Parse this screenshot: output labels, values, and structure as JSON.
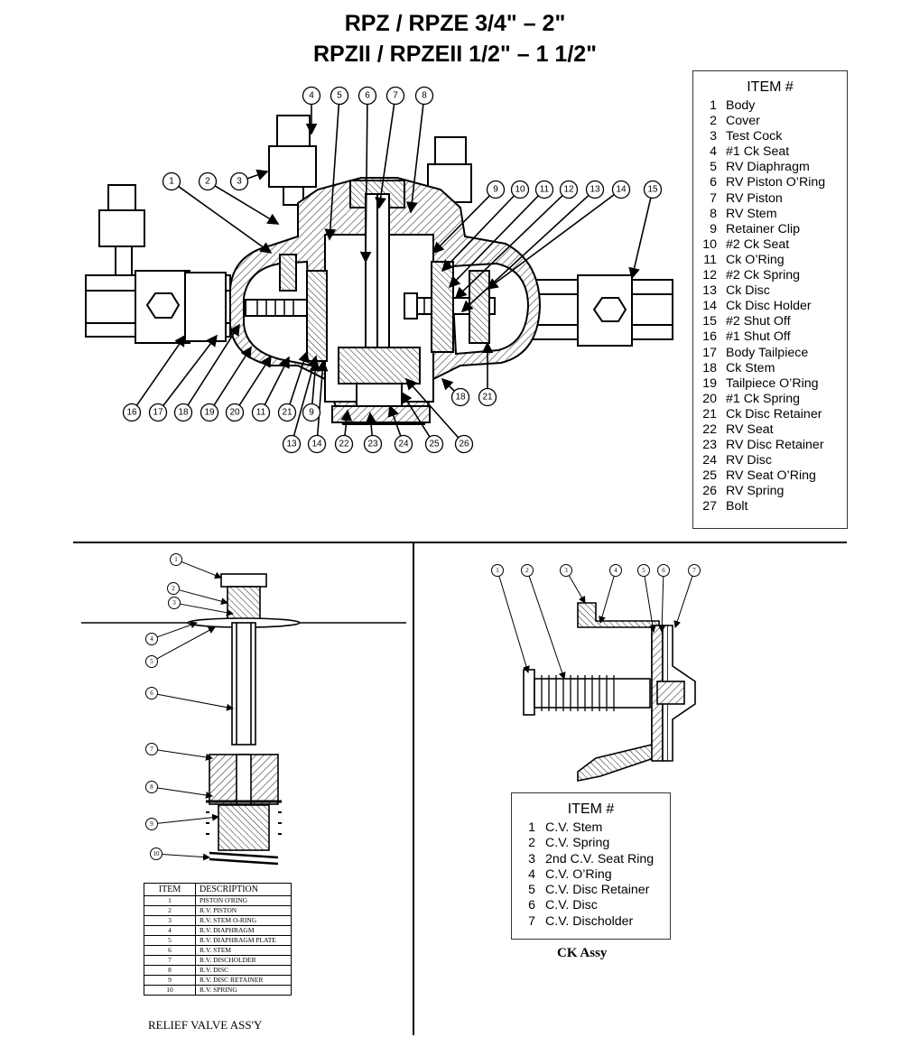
{
  "title": {
    "line1": "RPZ / RPZE  3/4\" – 2\"",
    "line2": "RPZII / RPZEII  1/2\" – 1 1/2\""
  },
  "main_items": {
    "heading": "ITEM #",
    "rows": [
      {
        "num": "1",
        "label": "Body"
      },
      {
        "num": "2",
        "label": "Cover"
      },
      {
        "num": "3",
        "label": "Test Cock"
      },
      {
        "num": "4",
        "label": "#1 Ck Seat"
      },
      {
        "num": "5",
        "label": "RV Diaphragm"
      },
      {
        "num": "6",
        "label": "RV Piston O’Ring"
      },
      {
        "num": "7",
        "label": "RV Piston"
      },
      {
        "num": "8",
        "label": "RV Stem"
      },
      {
        "num": "9",
        "label": "Retainer Clip"
      },
      {
        "num": "10",
        "label": "#2 Ck Seat"
      },
      {
        "num": "11",
        "label": "Ck O’Ring"
      },
      {
        "num": "12",
        "label": "#2 Ck Spring"
      },
      {
        "num": "13",
        "label": "Ck Disc"
      },
      {
        "num": "14",
        "label": "Ck Disc Holder"
      },
      {
        "num": "15",
        "label": "#2 Shut Off"
      },
      {
        "num": "16",
        "label": "#1 Shut Off"
      },
      {
        "num": "17",
        "label": "Body Tailpiece"
      },
      {
        "num": "18",
        "label": "Ck Stem"
      },
      {
        "num": "19",
        "label": "Tailpiece O’Ring"
      },
      {
        "num": "20",
        "label": "#1 Ck Spring"
      },
      {
        "num": "21",
        "label": "Ck Disc Retainer"
      },
      {
        "num": "22",
        "label": "RV Seat"
      },
      {
        "num": "23",
        "label": "RV Disc Retainer"
      },
      {
        "num": "24",
        "label": "RV Disc"
      },
      {
        "num": "25",
        "label": "RV Seat O’Ring"
      },
      {
        "num": "26",
        "label": "RV Spring"
      },
      {
        "num": "27",
        "label": "Bolt"
      }
    ]
  },
  "main_callouts_top": [
    "1",
    "2",
    "3",
    "4",
    "5",
    "6",
    "7",
    "8",
    "9",
    "10",
    "11",
    "12",
    "13",
    "14",
    "15"
  ],
  "main_callouts_bottom": [
    "16",
    "17",
    "18",
    "19",
    "20",
    "11",
    "21",
    "9",
    "13",
    "14",
    "22",
    "23",
    "24",
    "25",
    "26",
    "18",
    "21"
  ],
  "relief_valve": {
    "callouts": [
      "1",
      "2",
      "3",
      "4",
      "5",
      "6",
      "7",
      "8",
      "9",
      "10"
    ],
    "table_headers": {
      "item": "ITEM",
      "description": "DESCRIPTION"
    },
    "rows": [
      {
        "item": "1",
        "description": "PISTON O'RING"
      },
      {
        "item": "2",
        "description": "R.V. PISTON"
      },
      {
        "item": "3",
        "description": "R.V. STEM O-RING"
      },
      {
        "item": "4",
        "description": "R.V. DIAPHRAGM"
      },
      {
        "item": "5",
        "description": "R.V. DIAPHRAGM PLATE"
      },
      {
        "item": "6",
        "description": "R.V. STEM"
      },
      {
        "item": "7",
        "description": "R.V. DISCHOLDER"
      },
      {
        "item": "8",
        "description": "R.V. DISC"
      },
      {
        "item": "9",
        "description": "R.V. DISC RETAINER"
      },
      {
        "item": "10",
        "description": "R.V. SPRING"
      }
    ],
    "caption": "RELIEF VALVE ASS'Y"
  },
  "ck_assy": {
    "callouts": [
      "1",
      "2",
      "3",
      "4",
      "5",
      "6",
      "7"
    ],
    "heading": "ITEM #",
    "rows": [
      {
        "num": "1",
        "label": "C.V. Stem"
      },
      {
        "num": "2",
        "label": "C.V. Spring"
      },
      {
        "num": "3",
        "label": "2nd C.V. Seat Ring"
      },
      {
        "num": "4",
        "label": "C.V. O’Ring"
      },
      {
        "num": "5",
        "label": "C.V. Disc Retainer"
      },
      {
        "num": "6",
        "label": "C.V. Disc"
      },
      {
        "num": "7",
        "label": "C.V. Discholder"
      }
    ],
    "caption": "CK Assy"
  },
  "colors": {
    "ink": "#000000",
    "paper": "#ffffff",
    "hatch": "#555555"
  }
}
